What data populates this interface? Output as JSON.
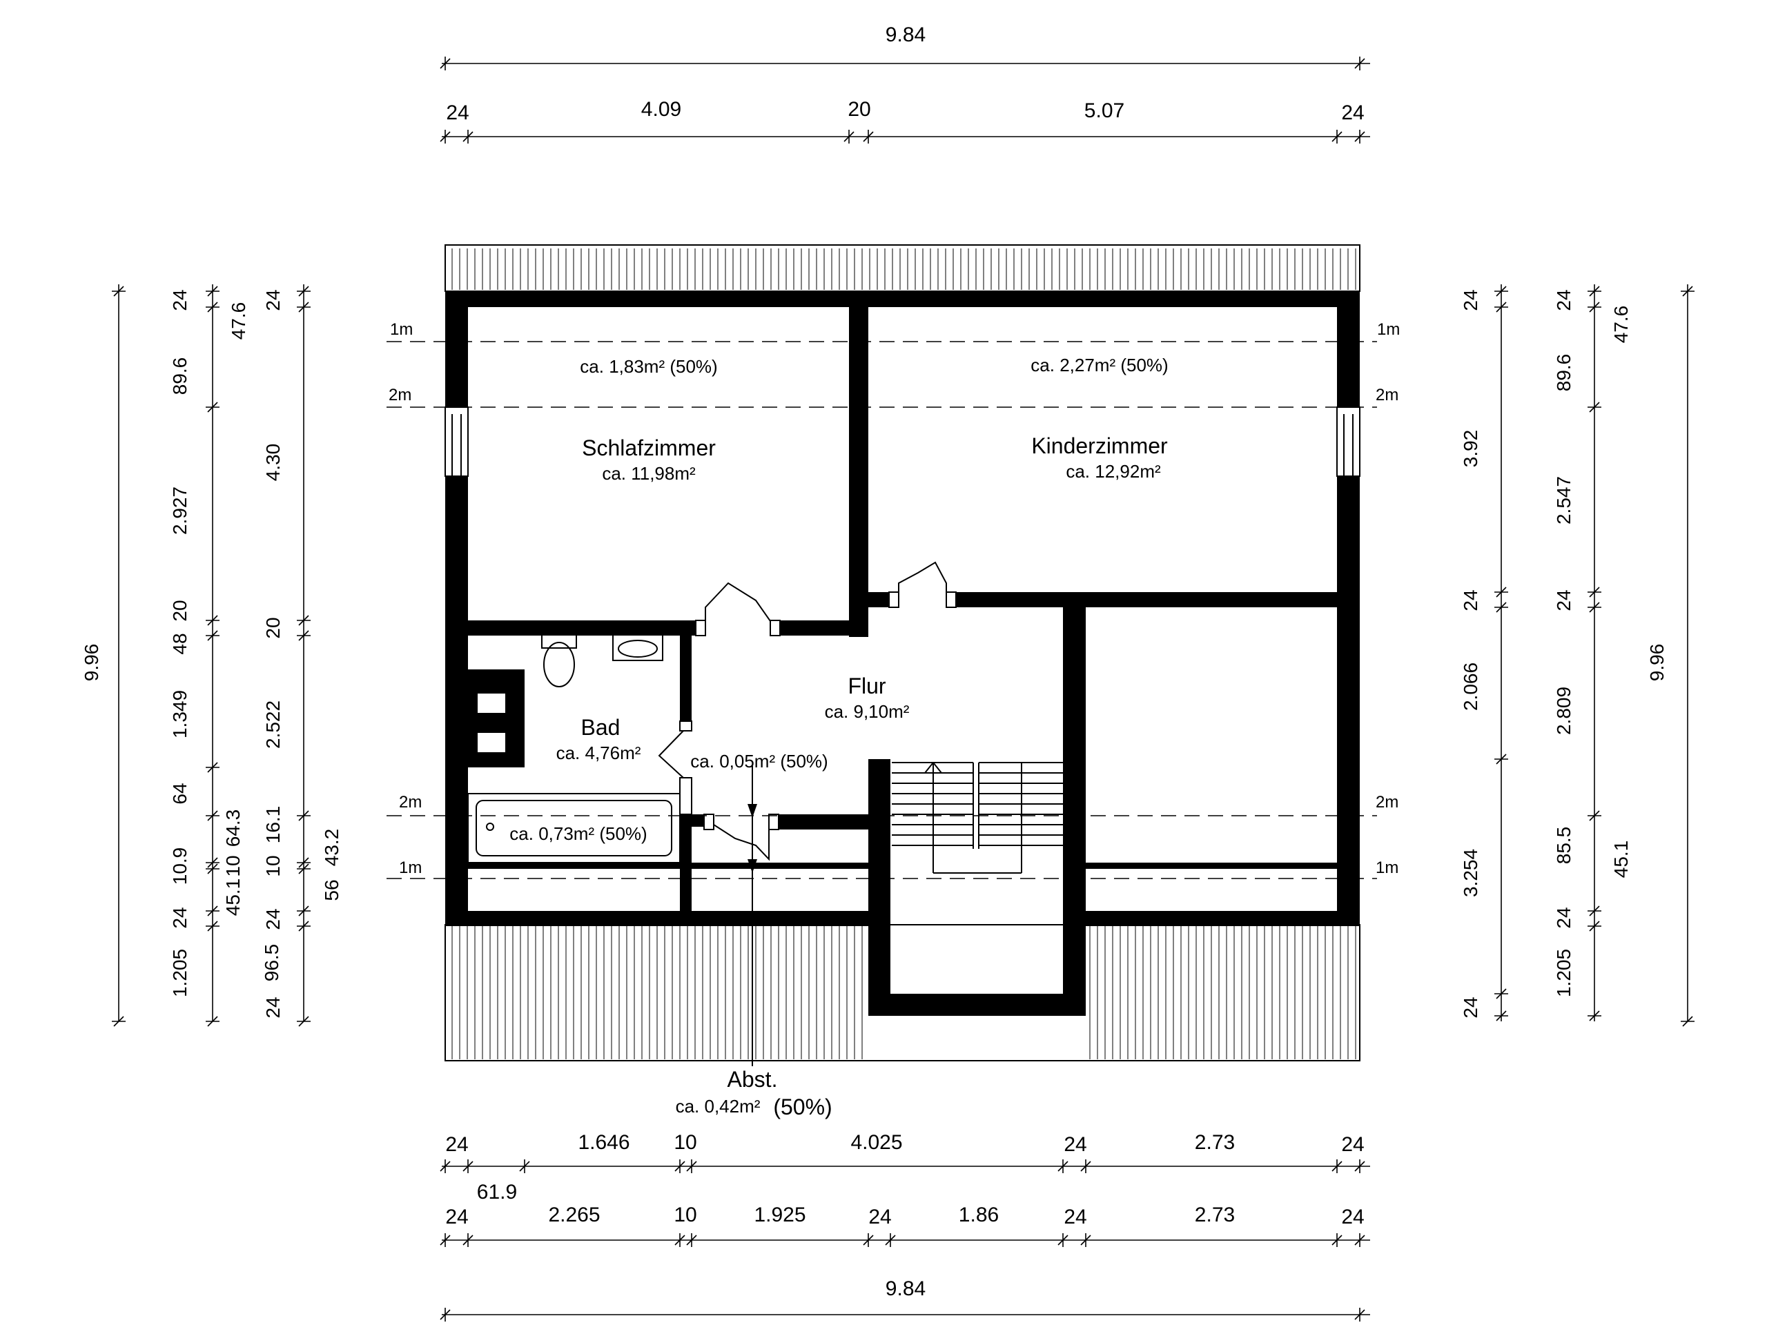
{
  "dimensions": {
    "top_overall": "9.84",
    "top_segments": [
      "24",
      "4.09",
      "20",
      "5.07",
      "24"
    ],
    "bottom_row1": [
      "24",
      "1.646",
      "10",
      "4.025",
      "24",
      "2.73",
      "24"
    ],
    "bottom_row1_sub": "61.9",
    "bottom_row2": [
      "24",
      "2.265",
      "10",
      "1.925",
      "24",
      "1.86",
      "24",
      "2.73",
      "24"
    ],
    "bottom_overall": "9.84",
    "left_overall": "9.96",
    "left_col2": [
      "24",
      "89.6",
      "2.927",
      "48",
      "20",
      "1.349",
      "64",
      "10.9",
      "24",
      "1.205"
    ],
    "left_col3": [
      "47.6",
      "64.3",
      "10",
      "45.1",
      "96.5"
    ],
    "left_col4": [
      "24",
      "4.30",
      "20",
      "2.522",
      "16.1",
      "10",
      "24",
      "24"
    ],
    "left_col5": [
      "43.2",
      "56"
    ],
    "right_col1": [
      "24",
      "3.92",
      "24",
      "2.066",
      "3.254",
      "24"
    ],
    "right_col2": [
      "24",
      "89.6",
      "2.547",
      "24",
      "2.809",
      "85.5",
      "24",
      "1.205"
    ],
    "right_col3": [
      "47.6",
      "45.1"
    ],
    "right_overall": "9.96"
  },
  "slope_labels": {
    "one_m": "1m",
    "two_m": "2m"
  },
  "rooms": {
    "schlafzimmer": {
      "name": "Schlafzimmer",
      "area": "ca. 11,98m²",
      "reduced": "ca. 1,83m² (50%)"
    },
    "kinderzimmer": {
      "name": "Kinderzimmer",
      "area": "ca. 12,92m²",
      "reduced": "ca. 2,27m² (50%)"
    },
    "flur": {
      "name": "Flur",
      "area": "ca. 9,10m²",
      "reduced": "ca. 0,05m² (50%)"
    },
    "bad": {
      "name": "Bad",
      "area": "ca. 4,76m²",
      "reduced": "ca. 0,73m² (50%)"
    },
    "abst": {
      "name": "Abst.",
      "area": "ca. 0,42m²",
      "percent": "(50%)"
    }
  }
}
